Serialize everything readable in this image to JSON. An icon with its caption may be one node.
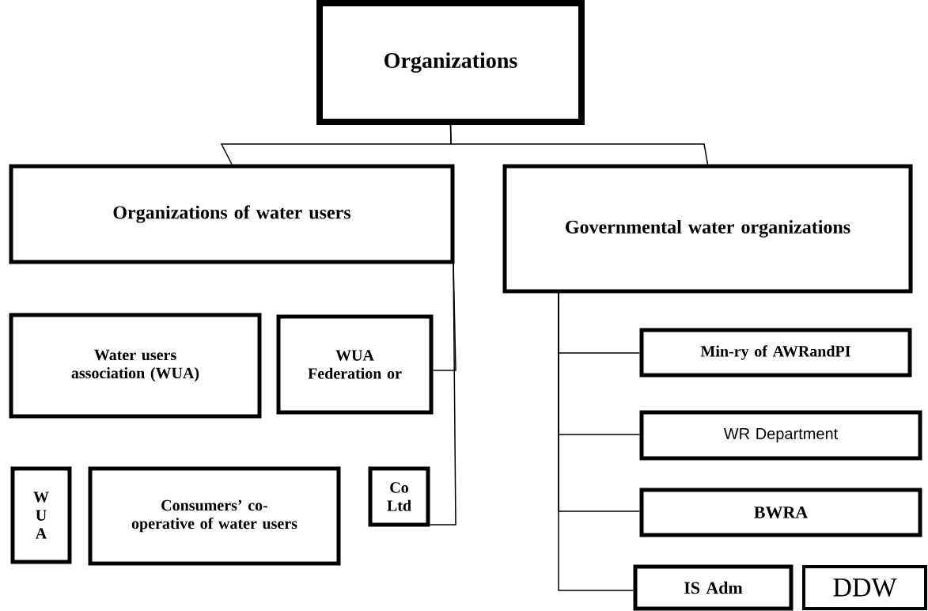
{
  "diagram": {
    "nodes": [
      {
        "text": [
          "Organizations"
        ]
      },
      {
        "text": [
          "Organizations of water users"
        ]
      },
      {
        "text": [
          "Governmental water organizations"
        ]
      },
      {
        "text": [
          "Water users association (WUA)"
        ]
      },
      {
        "text": [
          "WUA Federation or"
        ]
      },
      {
        "text": [
          "W U A"
        ]
      },
      {
        "text": [
          "Consumers’ co-operative of water users"
        ]
      },
      {
        "text": [
          "Co Ltd"
        ]
      },
      {
        "text": [
          "Min-ry of AWRandPI"
        ]
      },
      {
        "text": [
          "WR Department"
        ]
      },
      {
        "text": [
          "BWRA"
        ]
      },
      {
        "text": [
          "IS Adm"
        ]
      },
      {
        "text": [
          "DDW"
        ]
      }
    ],
    "edges": [
      {
        "from": 0,
        "to": 1,
        "arrow": "none"
      },
      {
        "from": 0,
        "to": 2,
        "arrow": "none"
      },
      {
        "from": 1,
        "to": 4,
        "arrow": "none"
      },
      {
        "from": 1,
        "to": 7,
        "arrow": "none"
      },
      {
        "from": 2,
        "to": 8,
        "arrow": "none"
      },
      {
        "from": 2,
        "to": 9,
        "arrow": "none"
      },
      {
        "from": 2,
        "to": 10,
        "arrow": "none"
      },
      {
        "from": 2,
        "to": 11,
        "arrow": "none"
      }
    ]
  }
}
